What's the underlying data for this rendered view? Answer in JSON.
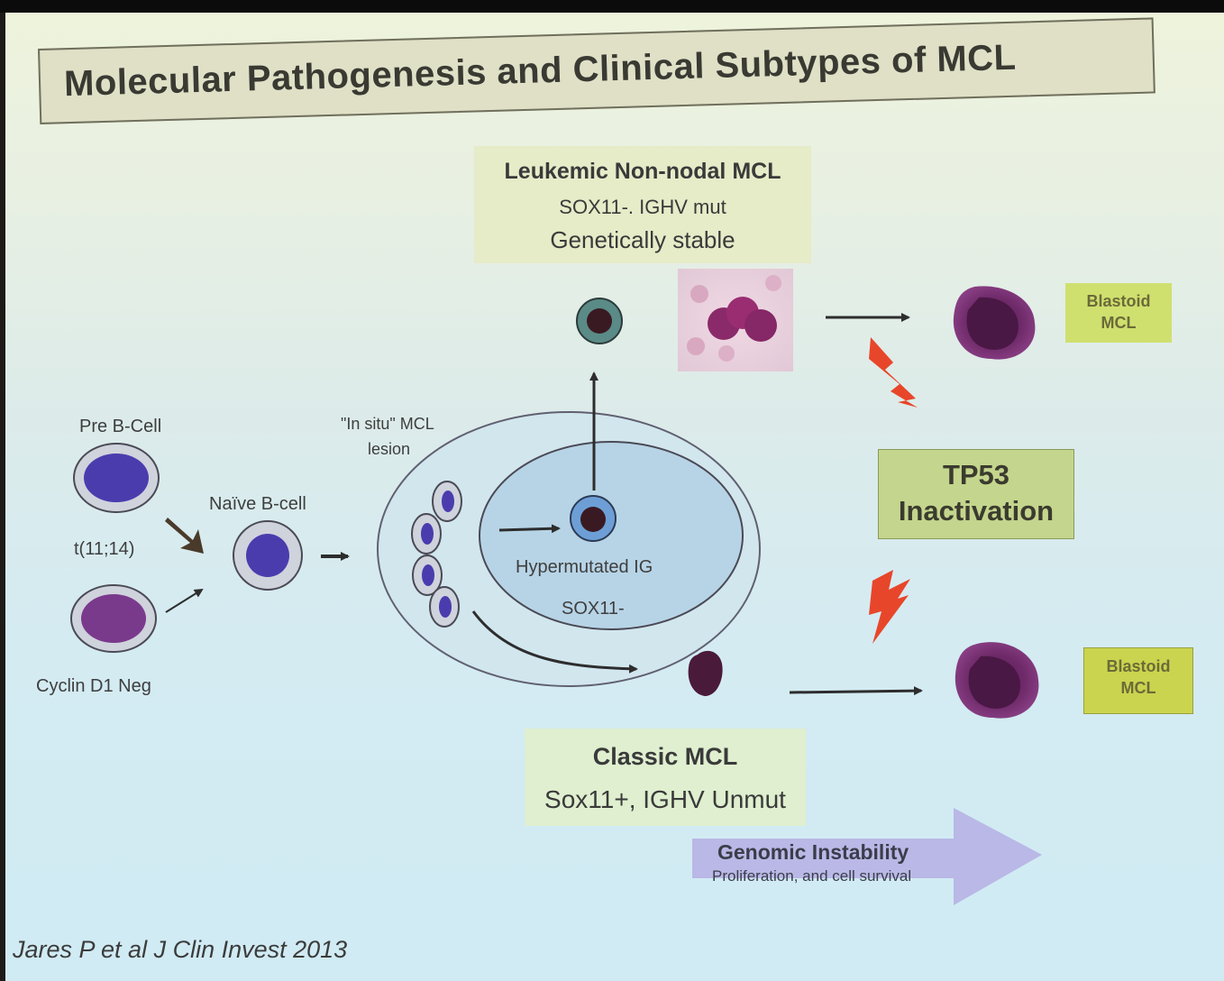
{
  "title": "Molecular Pathogenesis and Clinical  Subtypes of  MCL",
  "leukemic": {
    "heading": "Leukemic Non-nodal MCL",
    "line1": "SOX11-. IGHV mut",
    "line2": "Genetically stable"
  },
  "classic": {
    "heading": "Classic MCL",
    "line1": "Sox11+, IGHV Unmut"
  },
  "tp53": {
    "line1": "TP53",
    "line2": "Inactivation"
  },
  "blastoid_top": {
    "line1": "Blastoid",
    "line2": "MCL"
  },
  "blastoid_bottom": {
    "line1": "Blastoid",
    "line2": "MCL"
  },
  "labels": {
    "pre_b_cell": "Pre B-Cell",
    "translocation": "t(11;14)",
    "cyclin_d1_neg": "Cyclin D1 Neg",
    "naive_b_cell": "Naïve B-cell",
    "in_situ_line1": "\"In situ\" MCL",
    "in_situ_line2": "lesion",
    "hypermutated_ig": "Hypermutated IG",
    "sox11_neg": "SOX11-"
  },
  "genomic": {
    "title": "Genomic Instability",
    "subtitle": "Proliferation, and cell survival"
  },
  "citation": "Jares P et al J Clin Invest 2013",
  "colors": {
    "title_bg": "#dfe0c6",
    "leukemic_box": "#e6ebc8",
    "classic_box": "#dfefcf",
    "tp53_box": "#c4d58d",
    "blastoid_box": "#cfe06f",
    "cell_nucleus": "#4a3aa8",
    "blastoid_cell": "#7a2e74",
    "lightning": "#e8462a",
    "genomic_arrow": "#b9b8e6"
  }
}
